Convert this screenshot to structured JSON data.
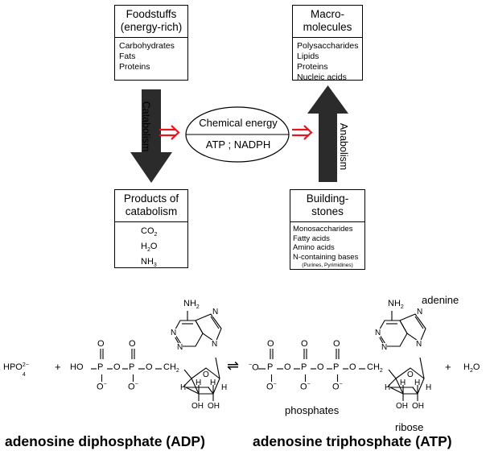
{
  "top": {
    "foodstuffs": {
      "title_l1": "Foodstuffs",
      "title_l2": "(energy-rich)",
      "items": [
        "Carbohydrates",
        "Fats",
        "Proteins"
      ]
    },
    "macromolecules": {
      "title_l1": "Macro-",
      "title_l2": "molecules",
      "items": [
        "Polysaccharides",
        "Lipids",
        "Proteins",
        "Nucleic acids"
      ]
    },
    "catabolism_label": "Catabolism",
    "anabolism_label": "Anabolism",
    "center": {
      "title": "Chemical energy",
      "subtitle": "ATP ; NADPH"
    },
    "products": {
      "title_l1": "Products of",
      "title_l2": "catabolism",
      "items": [
        "CO",
        "H",
        "O",
        "NH"
      ],
      "subs": [
        "2",
        "2",
        "3"
      ]
    },
    "building": {
      "title_l1": "Building-",
      "title_l2": "stones",
      "items": [
        "Monosaccharides",
        "Fatty acids",
        "Amino acids",
        "N-containing bases"
      ],
      "note": "(Purines, Pyrimidines)"
    }
  },
  "bottom": {
    "phosphate_left": "HPO",
    "phosphate_sub": "4",
    "phosphate_sup": "2−",
    "plus": "+",
    "water": "H",
    "water_sub": "2",
    "water_o": "O",
    "equilibrium": "⇌",
    "label_adenine": "adenine",
    "label_phosphates": "phosphates",
    "label_ribose": "ribose",
    "adp_caption": "adenosine diphosphate (ADP)",
    "atp_caption": "adenosine triphosphate (ATP)",
    "nh2": "NH",
    "nh2_sub": "2"
  },
  "colors": {
    "arrow_dark": "#2b2b2b",
    "arrow_red": "#e8141e"
  }
}
